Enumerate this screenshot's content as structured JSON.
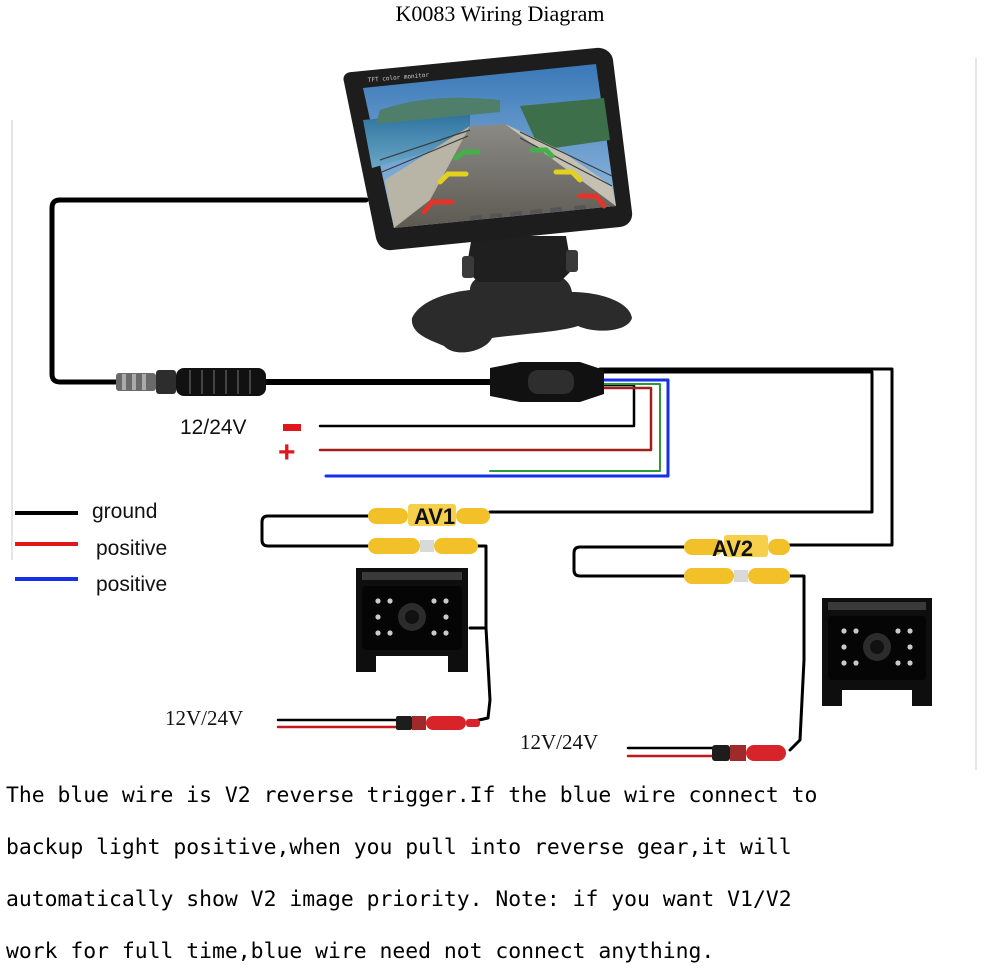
{
  "title": "K0083 Wiring Diagram",
  "power_label_top": "12/24V",
  "minus_symbol": "-",
  "plus_symbol": "+",
  "legend": {
    "items": [
      {
        "label": "ground",
        "color": "#000000"
      },
      {
        "label": "positive",
        "color": "#e0161b"
      },
      {
        "label": "positive",
        "color": "#1530e8"
      }
    ]
  },
  "connectors": {
    "av1": "AV1",
    "av2": "AV2"
  },
  "camera_power": {
    "left": "12V/24V",
    "right": "12V/24V"
  },
  "monitor_screen_text": "TFT color monitor",
  "note_lines": [
    "The blue wire is V2 reverse trigger.If the blue wire connect to",
    "backup light positive,when you pull into reverse gear,it will",
    "automatically show V2 image priority. Note: if you want V1/V2",
    "work for full time,blue wire need not connect anything."
  ],
  "colors": {
    "ground": "#000000",
    "positive_red": "#e0161b",
    "positive_blue": "#1530e8",
    "rca_yellow": "#f2c12a",
    "dc_plug_red": "#d8232a",
    "green_wire": "#2e9a3a"
  }
}
